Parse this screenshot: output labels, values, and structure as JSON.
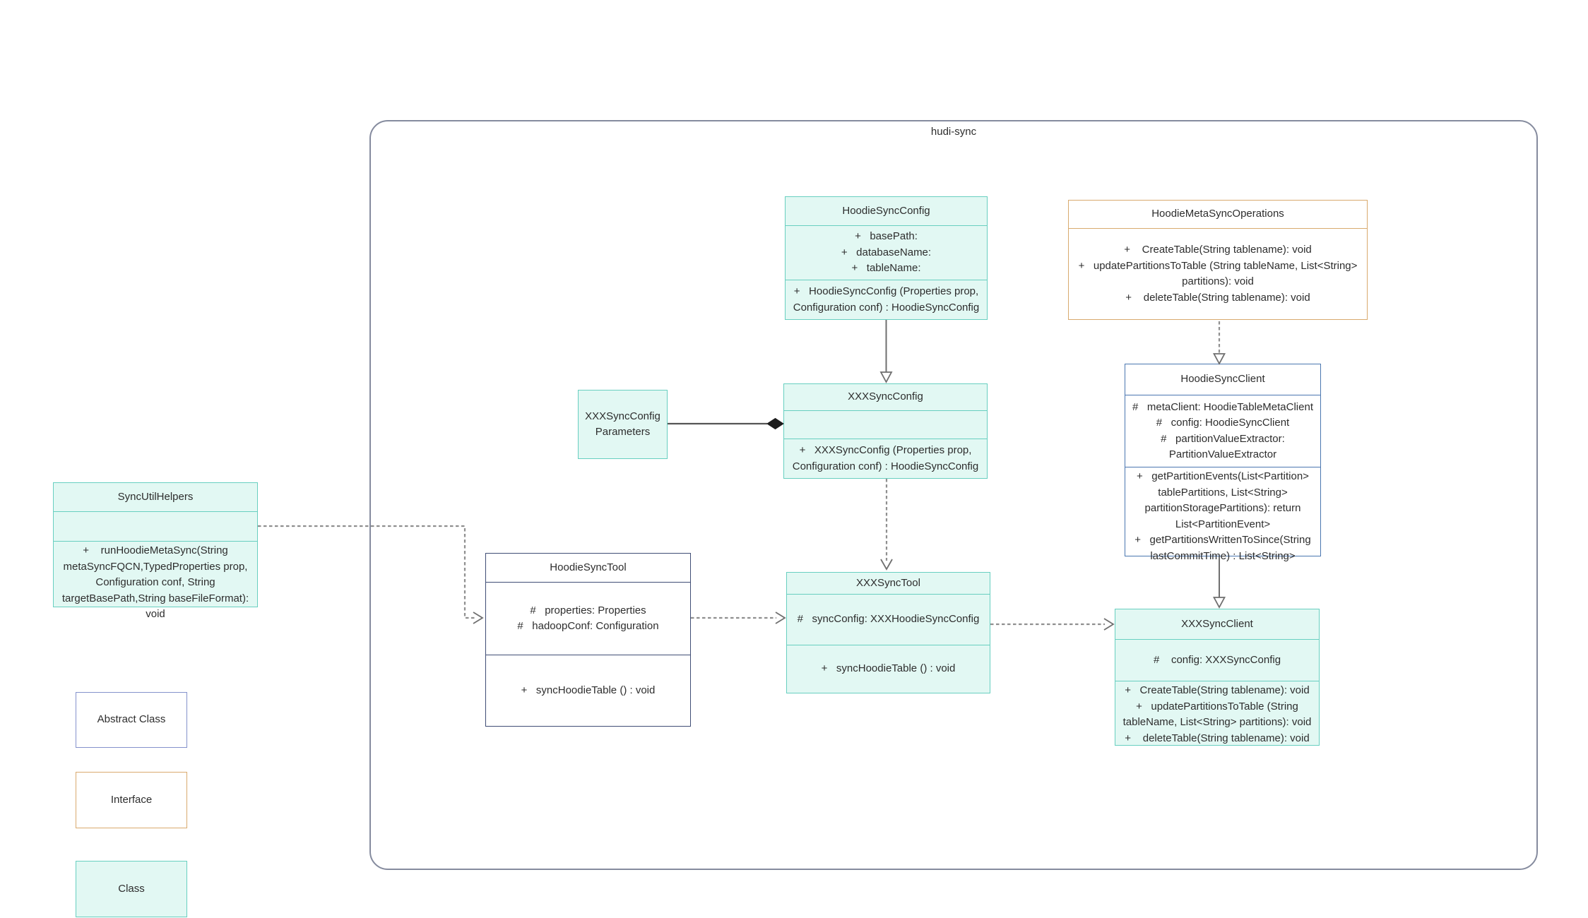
{
  "diagram_title": "hudi-sync",
  "classes": {
    "hoodieSyncConfig": {
      "title": "HoodieSyncConfig",
      "attributes": [
        "+   basePath:",
        "+   databaseName:",
        "+   tableName:"
      ],
      "methods": [
        "+   HoodieSyncConfig (Properties prop, Configuration conf) : HoodieSyncConfig"
      ]
    },
    "hoodieMetaSyncOperations": {
      "title": "HoodieMetaSyncOperations",
      "methods": [
        "+    CreateTable(String tablename): void",
        "+   updatePartitionsToTable (String tableName, List<String> partitions): void",
        "+    deleteTable(String tablename): void"
      ]
    },
    "xxxSyncConfigParameters": {
      "title": "XXXSyncConfigParameters"
    },
    "xxxSyncConfig": {
      "title": "XXXSyncConfig",
      "methods": [
        "+   XXXSyncConfig (Properties prop, Configuration conf) : HoodieSyncConfig"
      ]
    },
    "hoodieSyncClient": {
      "title": "HoodieSyncClient",
      "attributes": [
        "#   metaClient: HoodieTableMetaClient",
        "#   config: HoodieSyncClient",
        "#   partitionValueExtractor: PartitionValueExtractor"
      ],
      "methods": [
        "+   getPartitionEvents(List<Partition> tablePartitions, List<String> partitionStoragePartitions): return List<PartitionEvent>",
        "+   getPartitionsWrittenToSince(String lastCommitTime) : List<String>"
      ]
    },
    "syncUtilHelpers": {
      "title": "SyncUtilHelpers",
      "methods": [
        "+    runHoodieMetaSync(String metaSyncFQCN,TypedProperties prop, Configuration conf, String targetBasePath,String baseFileFormat): void"
      ]
    },
    "hoodieSyncTool": {
      "title": "HoodieSyncTool",
      "attributes": [
        "#   properties: Properties",
        "#   hadoopConf: Configuration"
      ],
      "methods": [
        "+   syncHoodieTable () : void"
      ]
    },
    "xxxSyncTool": {
      "title": "XXXSyncTool",
      "attributes": [
        "#   syncConfig: XXXHoodieSyncConfig"
      ],
      "methods": [
        "+   syncHoodieTable () : void"
      ]
    },
    "xxxSyncClient": {
      "title": "XXXSyncClient",
      "attributes": [
        "#    config: XXXSyncConfig"
      ],
      "methods": [
        "+   CreateTable(String tablename): void",
        "+   updatePartitionsToTable (String tableName, List<String> partitions): void",
        "+    deleteTable(String tablename): void"
      ]
    }
  },
  "legend": {
    "abstract_class": "Abstract Class",
    "interface": "Interface",
    "class": "Class"
  },
  "relationships": [
    {
      "from": "HoodieSyncConfig",
      "to": "XXXSyncConfig",
      "type": "generalization-solid-hollow-triangle"
    },
    {
      "from": "HoodieMetaSyncOperations",
      "to": "HoodieSyncClient",
      "type": "realization-dashed-hollow-triangle"
    },
    {
      "from": "XXXSyncConfigParameters",
      "to": "XXXSyncConfig",
      "type": "composition-filled-diamond"
    },
    {
      "from": "XXXSyncConfig",
      "to": "XXXSyncTool",
      "type": "dependency-dashed-open-arrow"
    },
    {
      "from": "SyncUtilHelpers",
      "to": "HoodieSyncTool",
      "type": "dependency-dashed-open-arrow"
    },
    {
      "from": "HoodieSyncTool",
      "to": "XXXSyncTool",
      "type": "dependency-dashed-open-arrow"
    },
    {
      "from": "HoodieSyncClient",
      "to": "XXXSyncClient",
      "type": "generalization-solid-hollow-triangle"
    },
    {
      "from": "XXXSyncTool",
      "to": "XXXSyncClient",
      "type": "dependency-dashed-open-arrow"
    }
  ],
  "colors": {
    "class_fill": "#e2f8f3",
    "class_border": "#68cfc0",
    "interface_border": "#d9aa6e",
    "abstract_class_border": "#8492cc",
    "hoodie_sync_tool_border": "#3f4d75",
    "hoodie_sync_client_border": "#4a76b0",
    "container_border": "#858b9e",
    "arrow_solid": "#6f6f6f",
    "arrow_dashed": "#8f8f8f",
    "text": "#2d2d2d"
  }
}
